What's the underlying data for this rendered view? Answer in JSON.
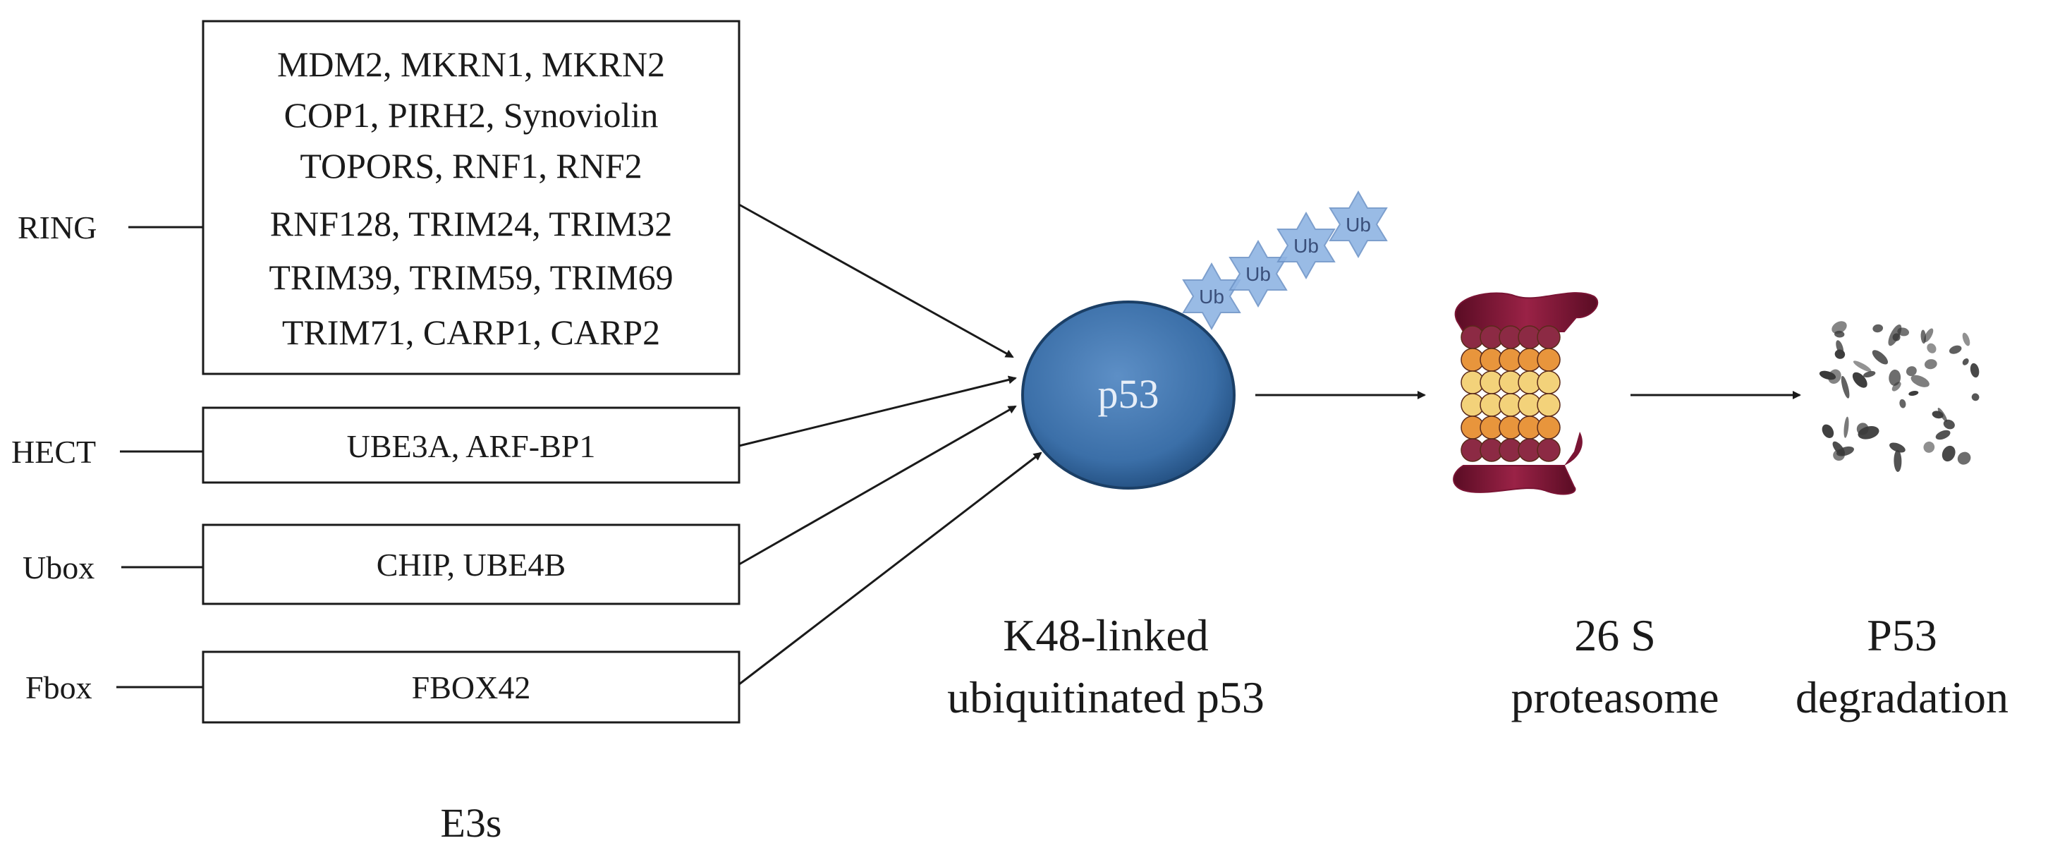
{
  "e3_classes": [
    {
      "label": "RING",
      "members": [
        "MDM2, MKRN1, MKRN2",
        "COP1, PIRH2, Synoviolin",
        "TOPORS, RNF1, RNF2",
        "RNF128, TRIM24, TRIM32",
        "TRIM39, TRIM59, TRIM69",
        "TRIM71, CARP1, CARP2"
      ]
    },
    {
      "label": "HECT",
      "members": [
        "UBE3A, ARF-BP1"
      ]
    },
    {
      "label": "Ubox",
      "members": [
        "CHIP, UBE4B"
      ]
    },
    {
      "label": "Fbox",
      "members": [
        "FBOX42"
      ]
    }
  ],
  "e3_caption": "E3s",
  "p53": {
    "label": "p53",
    "color": "#3b6fa8",
    "ubiquitin_label": "Ub",
    "ubiquitin_color": "#8fb4e3",
    "caption_lines": [
      "K48-linked",
      "ubiquitinated p53"
    ]
  },
  "proteasome": {
    "caption_lines": [
      "26 S",
      "proteasome"
    ],
    "colors": {
      "cap": "#7a1434",
      "ring_outer": "#8c2a44",
      "ring_mid": "#e8953c",
      "ring_inner": "#f3d27a"
    }
  },
  "degradation": {
    "caption_lines": [
      "P53",
      "degradation"
    ],
    "color": "#3a3a3a"
  }
}
